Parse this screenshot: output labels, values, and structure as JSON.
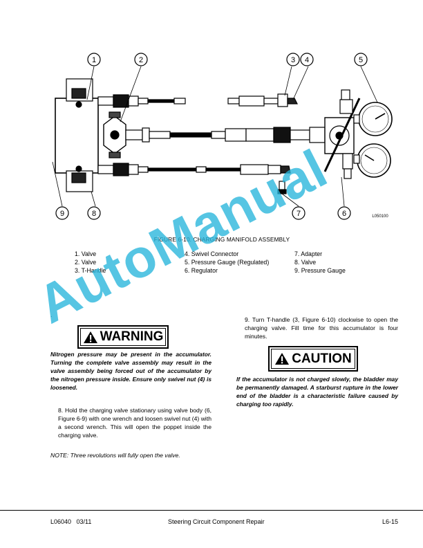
{
  "figure": {
    "caption": "FIGURE 6-10. CHARGING MANIFOLD ASSEMBLY",
    "code": "L050100",
    "callouts": [
      "1",
      "2",
      "3",
      "4",
      "5",
      "6",
      "7",
      "8",
      "9"
    ]
  },
  "legend": {
    "col1": [
      "1. Valve",
      "2. Valve",
      "3. T-Handle"
    ],
    "col2": [
      "4. Swivel Connector",
      "5. Pressure Gauge (Regulated)",
      "6. Regulator"
    ],
    "col3": [
      "7. Adapter",
      "8. Valve",
      "9. Pressure Gauge"
    ]
  },
  "watermark": "AutoManual",
  "stray_mark": ".",
  "warning": {
    "label": "WARNING",
    "text": "Nitrogen pressure may be present in the accumulator. Turning the complete valve assembly may result in the valve assembly being forced out of the accumulator by the nitrogen pressure inside. Ensure only swivel nut (4) is loosened."
  },
  "step8": {
    "text": "8. Hold the charging valve stationary using valve body (6, Figure 6-9) with one wrench and loosen swivel nut (4) with a second wrench. This will open the poppet inside the charging valve."
  },
  "note": "NOTE: Three revolutions will fully open the valve.",
  "step9": {
    "text": "9. Turn T-handle (3, Figure 6-10) clockwise to open the charging valve. Fill time for this accumulator is four minutes."
  },
  "caution": {
    "label": "CAUTION",
    "text": "If the accumulator is not charged slowly, the bladder may be permanently damaged. A starburst rupture in the lower end of the bladder is a characteristic failure caused by charging too rapidly."
  },
  "footer": {
    "left": "L06040   03/11",
    "center": "Steering Circuit Component Repair",
    "right": "L6-15"
  }
}
